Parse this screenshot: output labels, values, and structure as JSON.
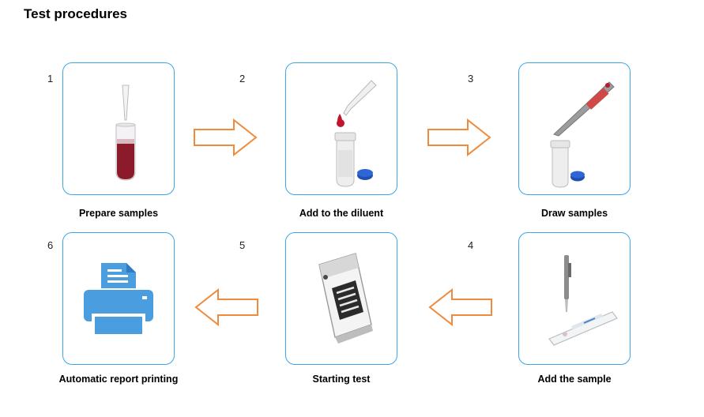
{
  "title": "Test procedures",
  "colors": {
    "box_border": "#3aa7e6",
    "arrow": "#f08a3c",
    "blood": "#8b1a2b",
    "printer": "#4a9ee0"
  },
  "steps": [
    {
      "number": "1",
      "label": "Prepare samples",
      "icon": "blood-tube-pipette-icon"
    },
    {
      "number": "2",
      "label": "Add to the diluent",
      "icon": "diluent-tube-drop-icon"
    },
    {
      "number": "3",
      "label": "Draw samples",
      "icon": "pipette-draw-icon"
    },
    {
      "number": "4",
      "label": "Add the sample",
      "icon": "test-cassette-icon"
    },
    {
      "number": "5",
      "label": "Starting test",
      "icon": "analyzer-device-icon"
    },
    {
      "number": "6",
      "label": "Automatic report printing",
      "icon": "printer-icon"
    }
  ]
}
